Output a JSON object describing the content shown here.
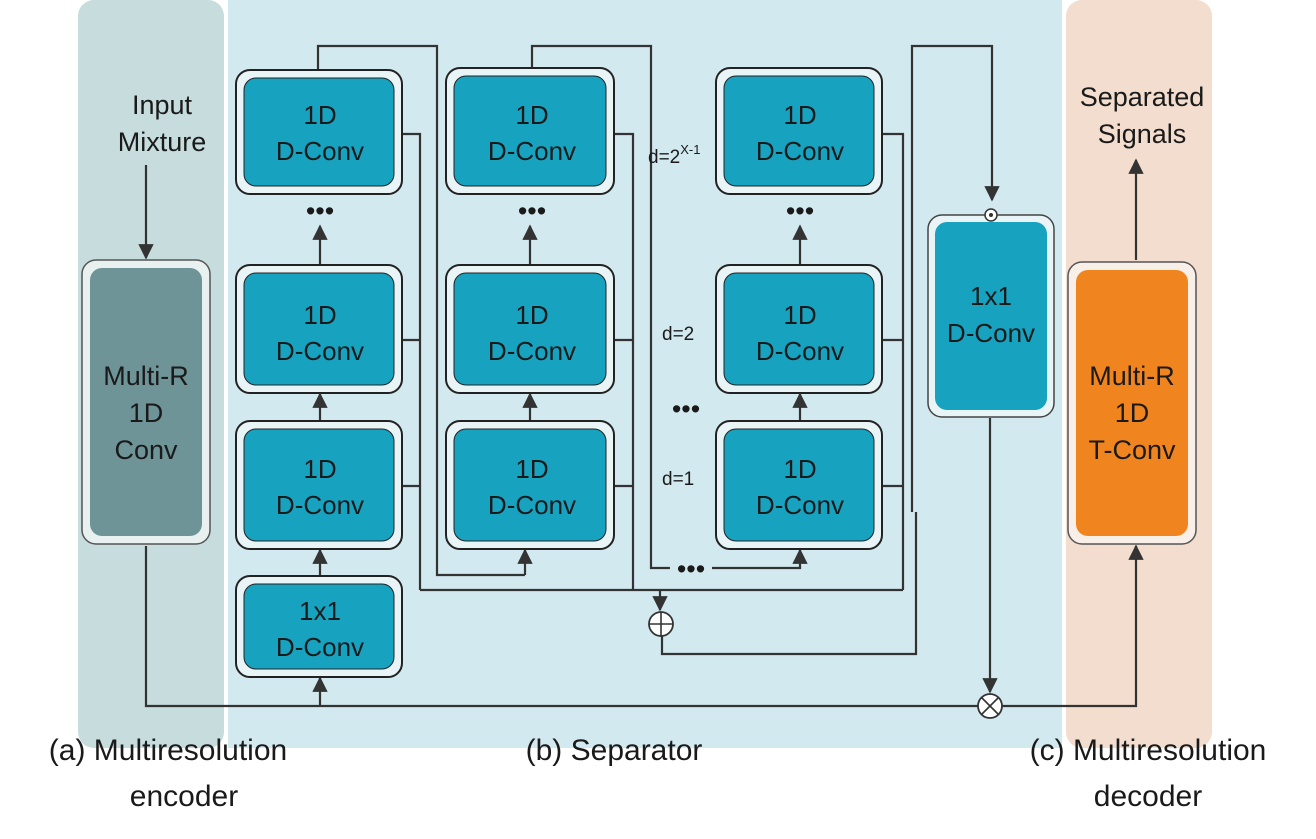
{
  "colors": {
    "encoder_bg": "#c6dcdd",
    "separator_bg": "#d2e9ef",
    "decoder_bg": "#f2ddcf",
    "block_teal": "#17a2c0",
    "encoder_block": "#6e9497",
    "decoder_block": "#f0851f",
    "line": "#333333"
  },
  "encoder": {
    "input_label": [
      "Input",
      "Mixture"
    ],
    "block": [
      "Multi-R",
      "1D",
      "Conv"
    ],
    "caption": [
      "(a) Multiresolution",
      "encoder"
    ]
  },
  "separator": {
    "caption": "(b) Separator",
    "stack1": {
      "bottom": [
        "1x1",
        "D-Conv"
      ],
      "blocks": [
        [
          "1D",
          "D-Conv"
        ],
        [
          "1D",
          "D-Conv"
        ],
        [
          "1D",
          "D-Conv"
        ]
      ]
    },
    "stack2": {
      "blocks": [
        [
          "1D",
          "D-Conv"
        ],
        [
          "1D",
          "D-Conv"
        ],
        [
          "1D",
          "D-Conv"
        ]
      ]
    },
    "stack3": {
      "blocks": [
        [
          "1D",
          "D-Conv"
        ],
        [
          "1D",
          "D-Conv"
        ],
        [
          "1D",
          "D-Conv"
        ]
      ]
    },
    "dilations": {
      "top": "d=2",
      "top_sup": "X-1",
      "mid": "d=2",
      "low": "d=1"
    },
    "output_block": [
      "1x1",
      "D-Conv"
    ],
    "ellipsis": "•••",
    "sum_symbol": "⊕",
    "mult_symbol": "⊗"
  },
  "decoder": {
    "output_label": [
      "Separated",
      "Signals"
    ],
    "block": [
      "Multi-R",
      "1D",
      "T-Conv"
    ],
    "caption": [
      "(c) Multiresolution",
      "decoder"
    ]
  }
}
